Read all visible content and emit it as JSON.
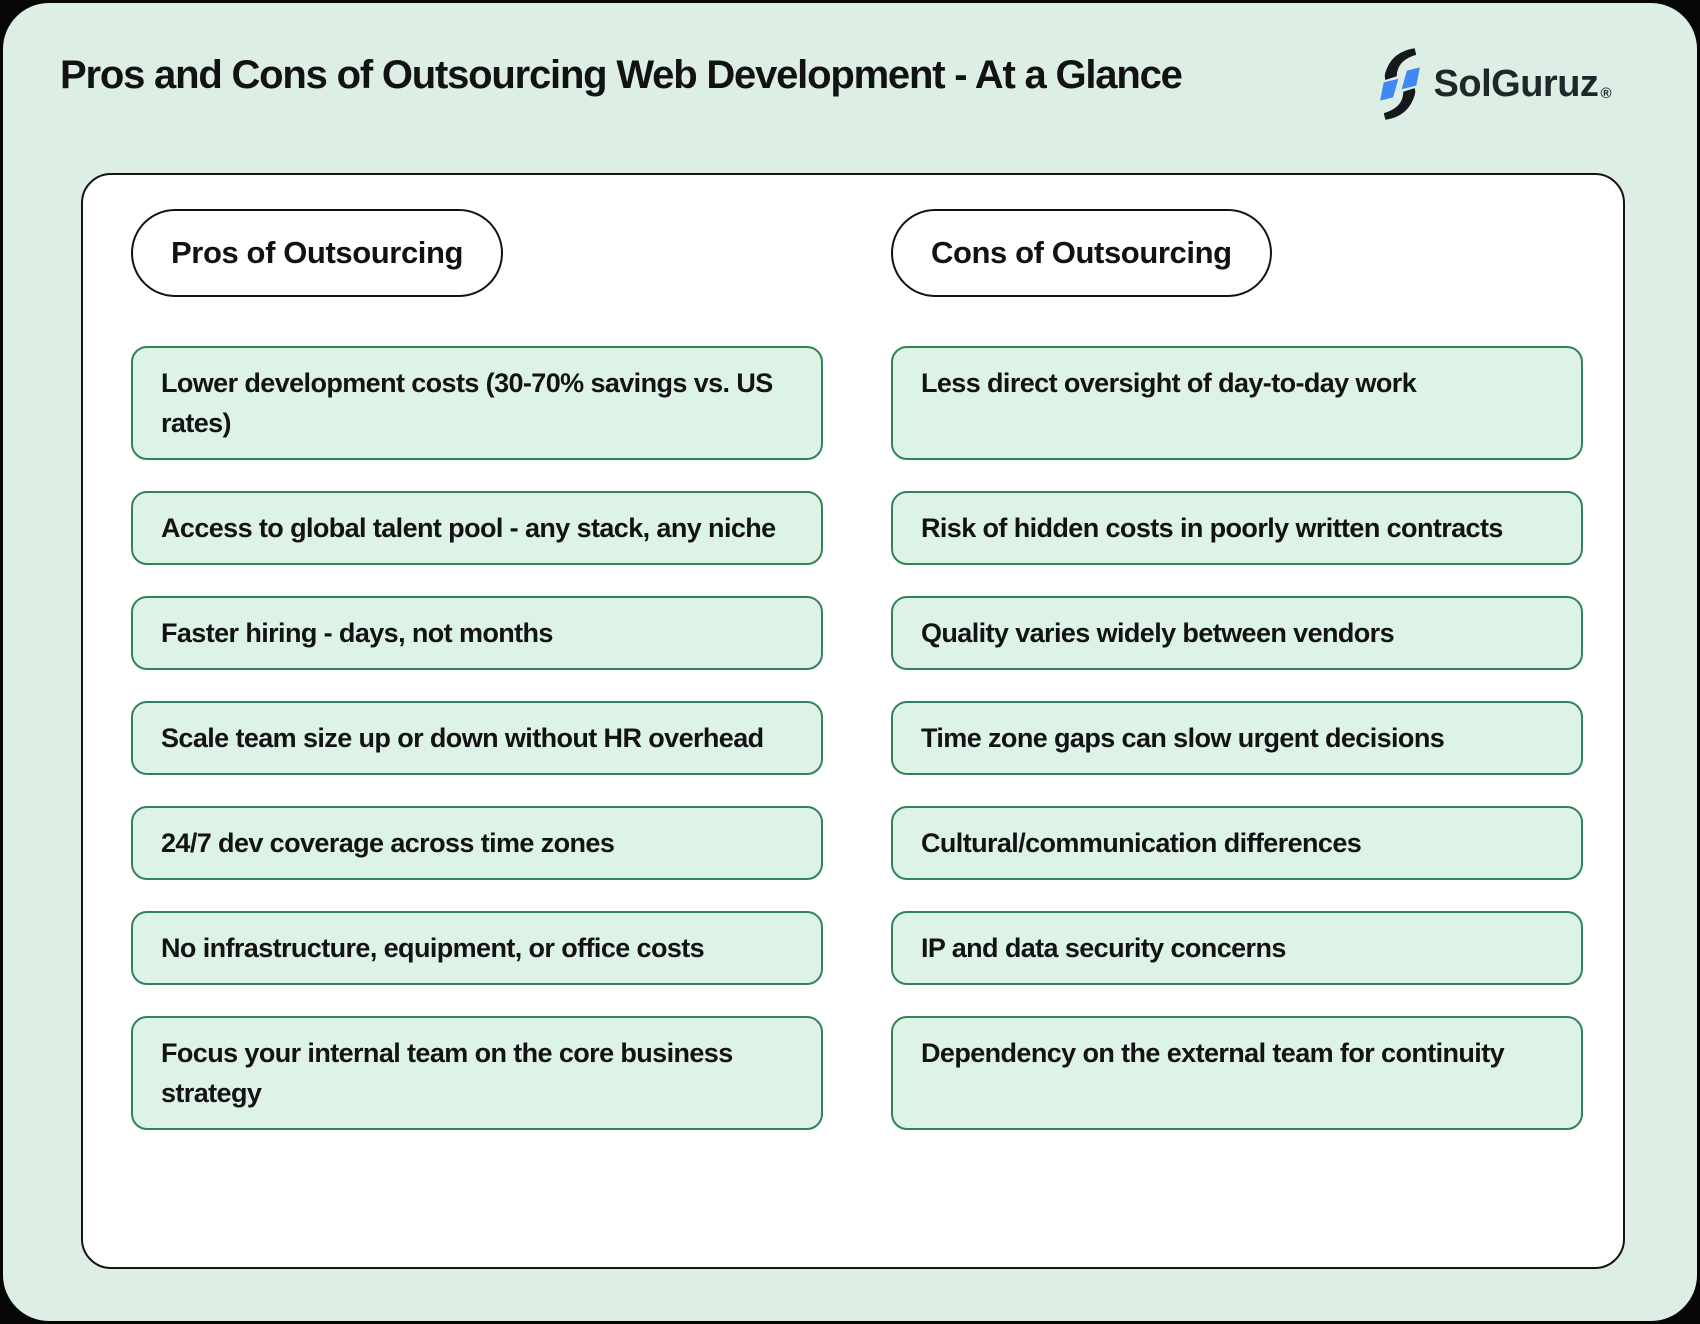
{
  "header": {
    "title": "Pros and Cons of Outsourcing Web Development - At a Glance",
    "brand": {
      "name": "SolGuruz",
      "registered": "®"
    }
  },
  "columns": {
    "pros": {
      "label": "Pros of Outsourcing",
      "items": [
        "Lower development costs (30-70% savings vs. US rates)",
        "Access to global talent pool - any stack, any niche",
        "Faster hiring - days, not months",
        "Scale team size up or down without HR overhead",
        "24/7 dev coverage across time zones",
        "No infrastructure, equipment, or office costs",
        "Focus your internal team on the core business strategy"
      ]
    },
    "cons": {
      "label": "Cons of Outsourcing",
      "items": [
        "Less direct oversight of day-to-day work",
        "Risk of hidden costs in poorly written contracts",
        "Quality varies widely between vendors",
        "Time zone gaps can slow urgent decisions",
        "Cultural/communication differences",
        "IP and data security concerns",
        "Dependency on the external team for continuity"
      ]
    }
  },
  "icons": {
    "logo_mark": "solguruz-bolt-icon"
  },
  "colors": {
    "page_background": "#ddefe5",
    "frame": "#060606",
    "card_background": "#ffffff",
    "card_border": "#141414",
    "box_fill": "#def3e7",
    "box_border": "#32835a",
    "text": "#131313",
    "logo_blue": "#4186f5",
    "logo_dark": "#1f272b"
  }
}
